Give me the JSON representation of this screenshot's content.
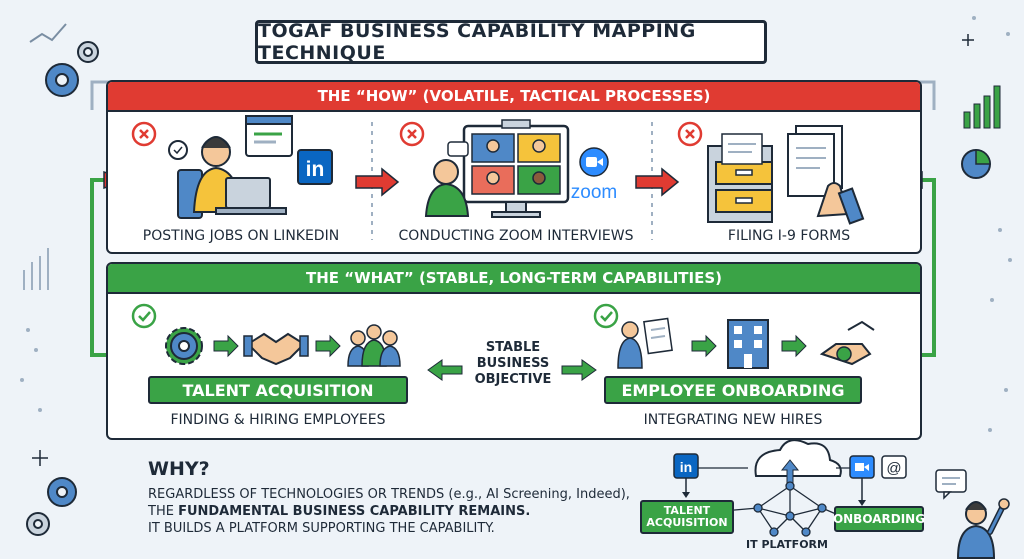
{
  "title": "TOGAF BUSINESS CAPABILITY MAPPING TECHNIQUE",
  "how": {
    "header": "THE “HOW” (VOLATILE, TACTICAL PROCESSES)",
    "items": [
      {
        "label": "POSTING JOBS ON LINKEDIN",
        "logo": "in"
      },
      {
        "label": "CONDUCTING ZOOM INTERVIEWS",
        "logo": "zoom"
      },
      {
        "label": "FILING I-9 FORMS"
      }
    ]
  },
  "what": {
    "header": "THE “WHAT” (STABLE, LONG-TERM CAPABILITIES)",
    "left": {
      "name": "TALENT ACQUISITION",
      "desc": "FINDING & HIRING EMPLOYEES"
    },
    "center": [
      "STABLE",
      "BUSINESS",
      "OBJECTIVE"
    ],
    "right": {
      "name": "EMPLOYEE ONBOARDING",
      "desc": "INTEGRATING NEW HIRES"
    }
  },
  "why": {
    "heading": "WHY?",
    "line1": "REGARDLESS OF TECHNOLOGIES OR TRENDS (e.g., AI Screening, Indeed),",
    "line2_prefix": "THE ",
    "line2_bold": "FUNDAMENTAL BUSINESS CAPABILITY REMAINS.",
    "line3": "IT BUILDS A PLATFORM SUPPORTING THE CAPABILITY."
  },
  "platform": {
    "left_box": [
      "TALENT",
      "ACQUISITION"
    ],
    "right_box": "ONBOARDING",
    "label": "IT PLATFORM",
    "logo": "in",
    "at": "@"
  },
  "colors": {
    "red": "#e03b32",
    "green": "#3aa346",
    "blue": "#2d8cff",
    "linkedin": "#0a66c2"
  }
}
